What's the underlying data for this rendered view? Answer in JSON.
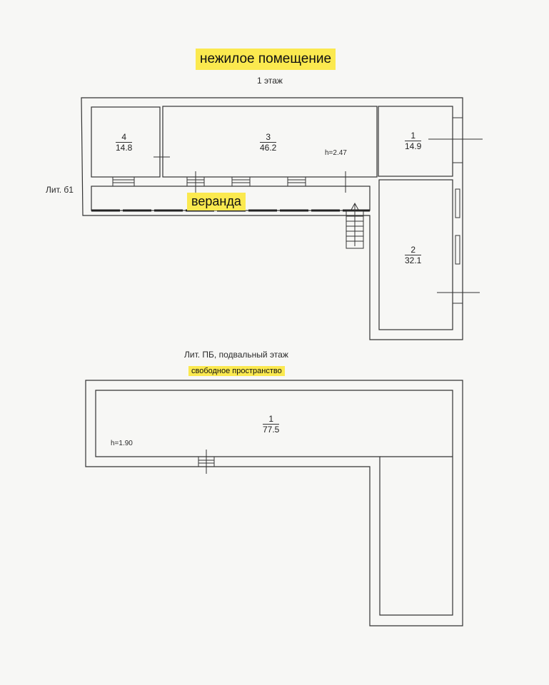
{
  "title": "нежилое помещение",
  "floor1": {
    "label": "1 этаж",
    "lit_label": "Лит. б1",
    "veranda_label": "веранда",
    "height_label": "h=2.47",
    "rooms": [
      {
        "num": "4",
        "area": "14.8"
      },
      {
        "num": "3",
        "area": "46.2"
      },
      {
        "num": "1",
        "area": "14.9"
      },
      {
        "num": "2",
        "area": "32.1"
      }
    ]
  },
  "basement": {
    "label": "Лит. ПБ, подвальный этаж",
    "note": "свободное пространство",
    "height_label": "h=1.90",
    "room": {
      "num": "1",
      "area": "77.5"
    }
  },
  "colors": {
    "highlight": "#fbe94f",
    "lines": "#333333"
  }
}
